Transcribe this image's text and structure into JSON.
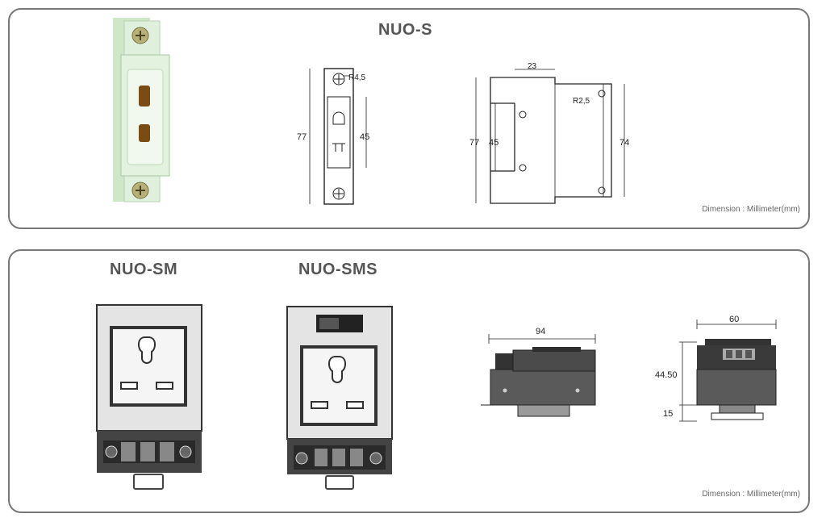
{
  "top_panel": {
    "title": "NUO-S",
    "note": "Dimension : Millimeter(mm)",
    "front_view": {
      "height": "77",
      "socket_height": "45",
      "radius": "R4,5"
    },
    "side_view": {
      "width": "23",
      "radius": "R2,5",
      "height": "77",
      "inner_height": "45",
      "right_height": "74"
    }
  },
  "bottom_panel": {
    "title_left": "NUO-SM",
    "title_right": "NUO-SMS",
    "note": "Dimension : Millimeter(mm)",
    "side_view": {
      "length": "94"
    },
    "end_view": {
      "width": "60",
      "height": "44.50",
      "base": "15"
    }
  },
  "colors": {
    "border": "#777777",
    "body": "#5a5a5a",
    "terminal": "#3a3a3a",
    "photo_body": "#dff0dc"
  }
}
